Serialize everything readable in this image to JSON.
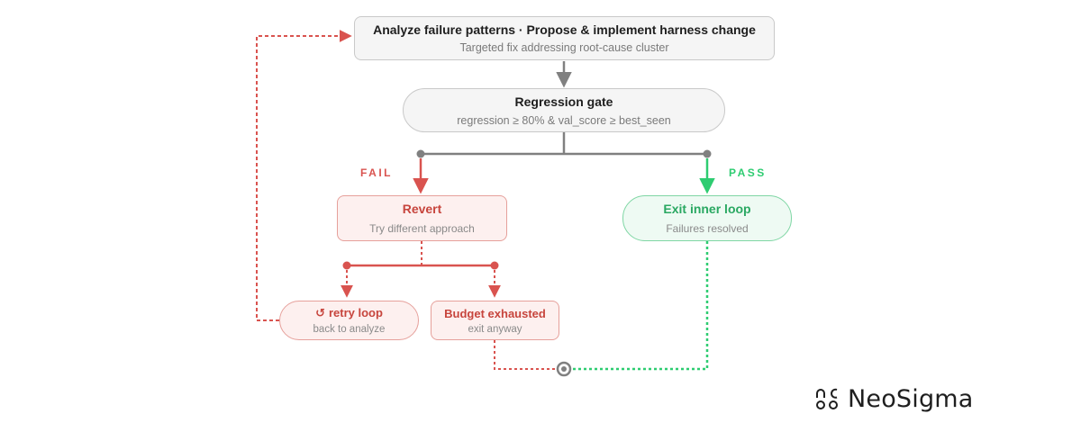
{
  "nodes": {
    "analyze": {
      "title": "Analyze failure patterns · Propose & implement harness change",
      "subtitle": "Targeted fix addressing root-cause cluster"
    },
    "gate": {
      "title": "Regression gate",
      "subtitle": "regression ≥ 80% & val_score ≥ best_seen"
    },
    "revert": {
      "title": "Revert",
      "subtitle": "Try different approach"
    },
    "exit": {
      "title": "Exit inner loop",
      "subtitle": "Failures resolved"
    },
    "retry": {
      "icon_glyph": "↺",
      "title": "retry loop",
      "subtitle": "back to analyze"
    },
    "budget": {
      "title": "Budget exhausted",
      "subtitle": "exit anyway"
    }
  },
  "branches": {
    "fail_label": "FAIL",
    "pass_label": "PASS"
  },
  "brand": {
    "name": "NeoSigma",
    "icon": "neosigma-logo-mark"
  },
  "colors": {
    "fail": "#d9534f",
    "pass": "#2ecc71",
    "neutral": "#808080",
    "node_neutral_bg": "#f5f5f5",
    "node_fail_bg": "#fdf0ef",
    "node_pass_bg": "#eefaf3"
  }
}
